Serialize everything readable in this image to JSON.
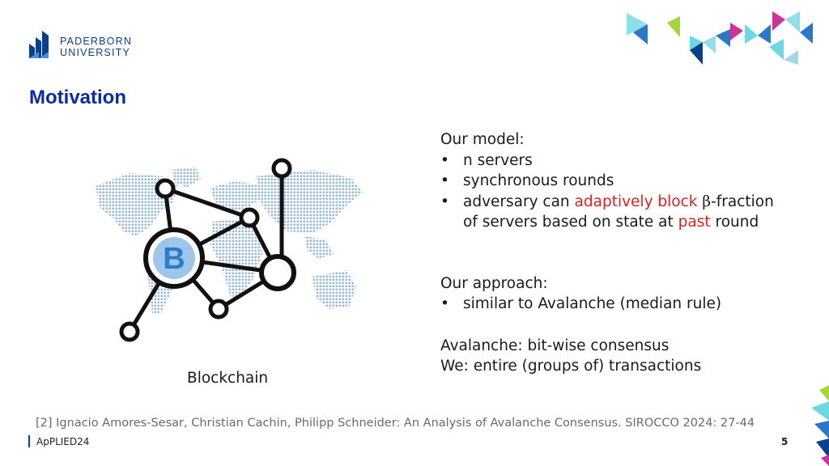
{
  "logo": {
    "line1": "PADERBORN",
    "line2": "UNIVERSITY"
  },
  "title": "Motivation",
  "illustration": {
    "center_icon_letter": "B"
  },
  "caption": "Blockchain",
  "model": {
    "heading": "Our model:",
    "b1": "n servers",
    "b2": "synchronous rounds",
    "b3_pre": "adversary can ",
    "b3_red": "adaptively block",
    "b3_beta": " β",
    "b3_post": "-fraction",
    "b3_cont_pre": "of servers based on state at ",
    "b3_cont_red": "past",
    "b3_cont_post": " round"
  },
  "approach": {
    "heading": "Our approach:",
    "b1": "similar to Avalanche (median rule)"
  },
  "comparison": {
    "line1": "Avalanche: bit-wise consensus",
    "line2": "We: entire (groups of) transactions"
  },
  "footnote": "[2] Ignacio Amores-Sesar, Christian Cachin, Philipp Schneider: An Analysis of Avalanche Consensus. SIROCCO 2024: 27-44",
  "footer": {
    "left": "ApPLIED24",
    "page": "5"
  },
  "colors": {
    "title": "#0a2ca3",
    "accent_red": "#e02020",
    "map_dots": "#9fb8d6",
    "network": "#111111"
  }
}
